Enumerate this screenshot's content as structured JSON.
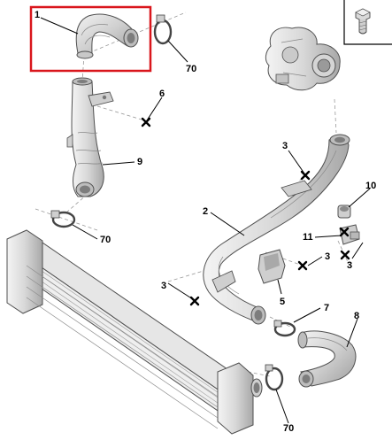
{
  "callouts": {
    "c1": "1",
    "c70_top": "70",
    "c6": "6",
    "c9": "9",
    "c70_mid": "70",
    "c3_upper": "3",
    "c2": "2",
    "c10": "10",
    "c11": "11",
    "c3_right": "3",
    "c3_bracket": "3",
    "c3_left": "3",
    "c5": "5",
    "c7": "7",
    "c8": "8",
    "c70_bottom": "70"
  },
  "colors": {
    "highlight_box": "#d9161c",
    "part_fill": "#dcdcdc",
    "part_outline": "#505050",
    "leader_line": "#000000",
    "screw_marker": "#000000"
  },
  "icons": {
    "inset": "bolt-icon",
    "markers": "screw-x-marker-icon"
  }
}
